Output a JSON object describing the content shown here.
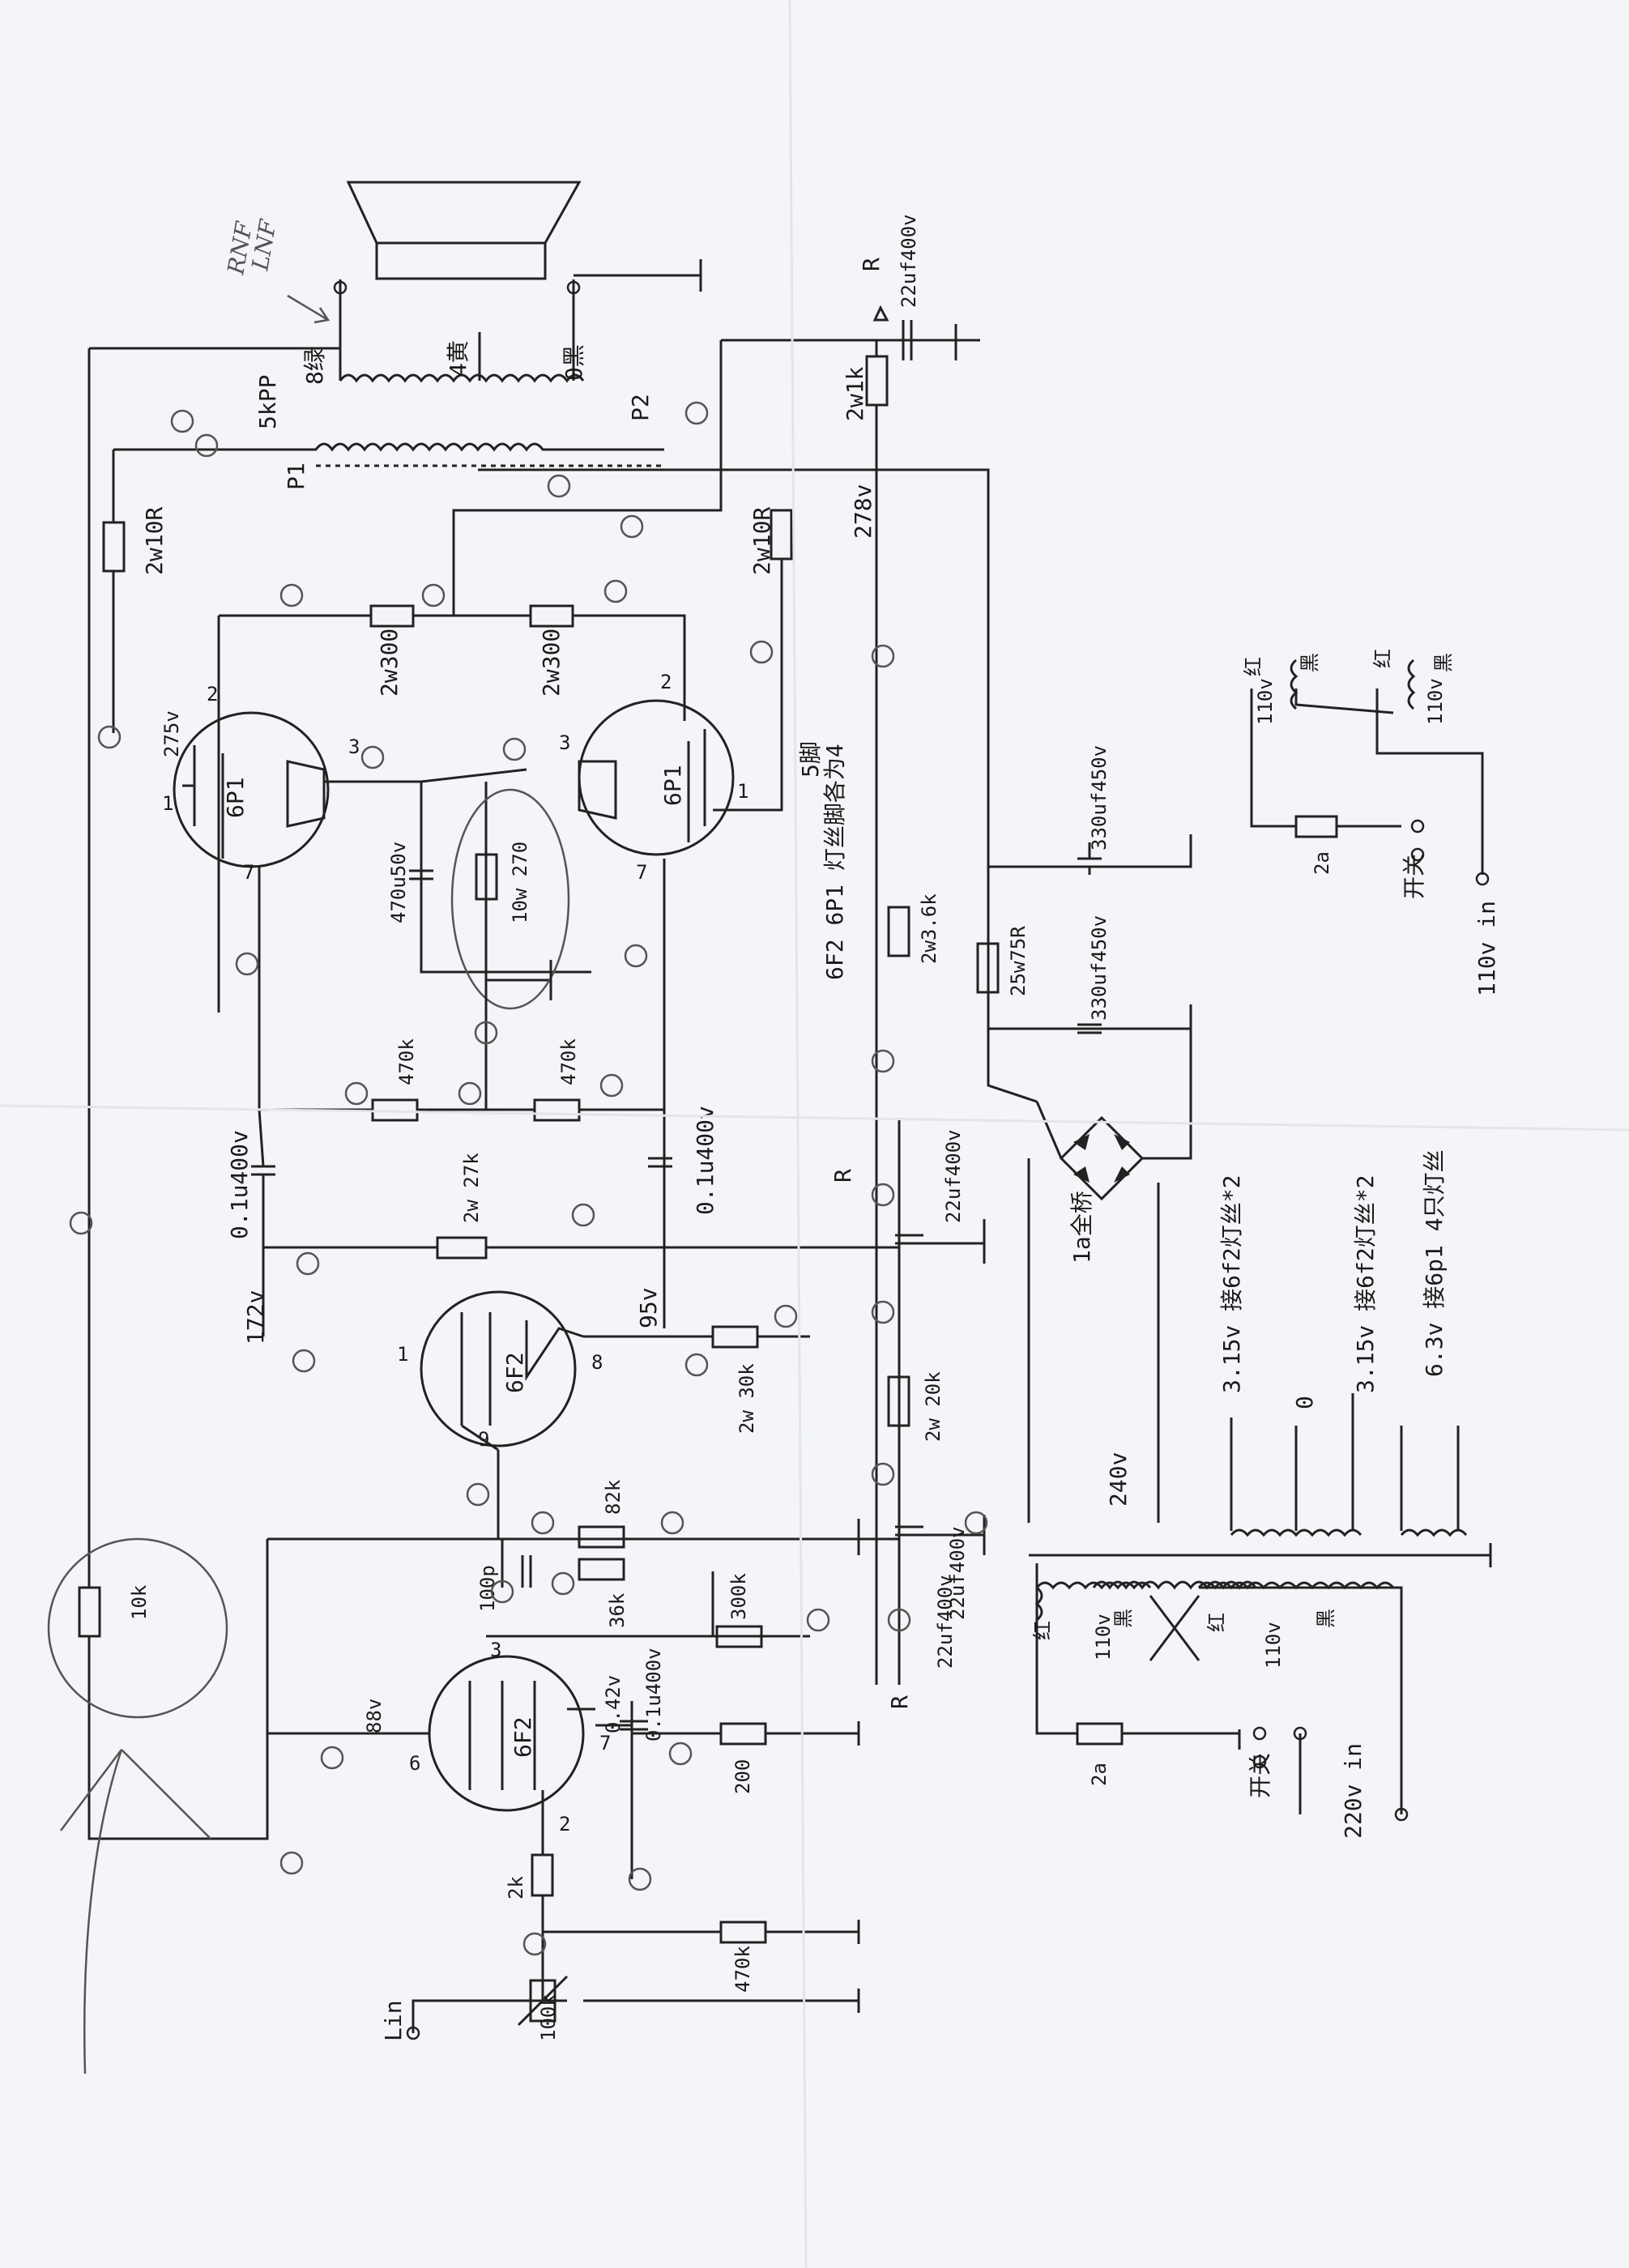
{
  "colors": {
    "paper": "#f4f5f8",
    "ink": "#222222",
    "pencil": "#555555"
  },
  "labels": {
    "rnf": "RNF",
    "lnf": "LNF",
    "spk_tap_8": "8绿",
    "spk_tap_4": "4黄",
    "spk_tap_0": "0黑",
    "opt": "5kPP",
    "p1": "P1",
    "p2": "P2",
    "r_out": "R",
    "c_out": "22uf400v",
    "r_2w1k": "2w1k",
    "v_278": "278v",
    "r_2w10r_a": "2w10R",
    "r_2w10r_b": "2w10R",
    "r_2w300_a": "2w300",
    "r_2w300_b": "2w300",
    "v_275": "275v",
    "tube_6p1_a": "6P1",
    "tube_6p1_b": "6P1",
    "pin_1a": "1",
    "pin_2a": "2",
    "pin_3a": "3",
    "pin_7a": "7",
    "pin_1b": "1",
    "pin_2b": "2",
    "pin_3b": "3",
    "pin_7b": "7",
    "pin5_note": "5脚",
    "c_470u50v": "470u50v",
    "r_10w270": "10w 270",
    "r_470k_a": "470k",
    "r_470k_b": "470k",
    "c_01u400v_a": "0.1u400v",
    "c_01u400v_b": "0.1u400v",
    "r_2w27k": "2w 27k",
    "v_172": "172v",
    "v_95": "95v",
    "tube_6f2_a": "6F2",
    "pin_9": "9",
    "pin_1c": "1",
    "pin_8": "8",
    "r_2w30k": "2w 30k",
    "r_82k": "82k",
    "c_100p": "100p",
    "r_36k": "36k",
    "r_300k": "300k",
    "r_10k": "10k",
    "v_88": "88v",
    "tube_6f2_b": "6F2",
    "pin_3c": "3",
    "pin_6": "6",
    "pin_7c": "7",
    "pin_2c": "2",
    "v_042": "0.42v",
    "c_01u400v_c": "0.1u400v",
    "r_200": "200",
    "r_2k": "2k",
    "r_470k_c": "470k",
    "pot_100k": "100k",
    "lin": "Lin",
    "heater_note": "6F2  6P1 灯丝脚各为4",
    "r_2w36k": "2w3.6k",
    "r_25w75r": "25w75R",
    "c_330_a": "330uf450v",
    "c_330_b": "330uf450v",
    "r_2w20k": "2w 20k",
    "c_22_a": "22uf400v",
    "c_22_b": "22uf400v",
    "c_22_c": "22uf400v",
    "r_mark_a": "R",
    "r_mark_b": "R",
    "bridge": "1a全桥",
    "v_240": "240v",
    "fil_1": "3.15v 接6f2灯丝*2",
    "fil_0": "0",
    "fil_2": "3.15v 接6f2灯丝*2",
    "fil_3": "6.3v 接6p1 4只灯丝",
    "red_1": "红",
    "black_1": "黑",
    "red_2": "红",
    "black_2": "黑",
    "v_110a": "110v",
    "v_110b": "110v",
    "fuse_a": "2a",
    "switch_a": "开关",
    "in_110": "110v in",
    "red_3": "红",
    "black_3": "黑",
    "red_4": "红",
    "black_4": "黑",
    "v_110c": "110v",
    "v_110d": "110v",
    "fuse_b": "2a",
    "switch_b": "开关",
    "in_220": "220v in"
  }
}
